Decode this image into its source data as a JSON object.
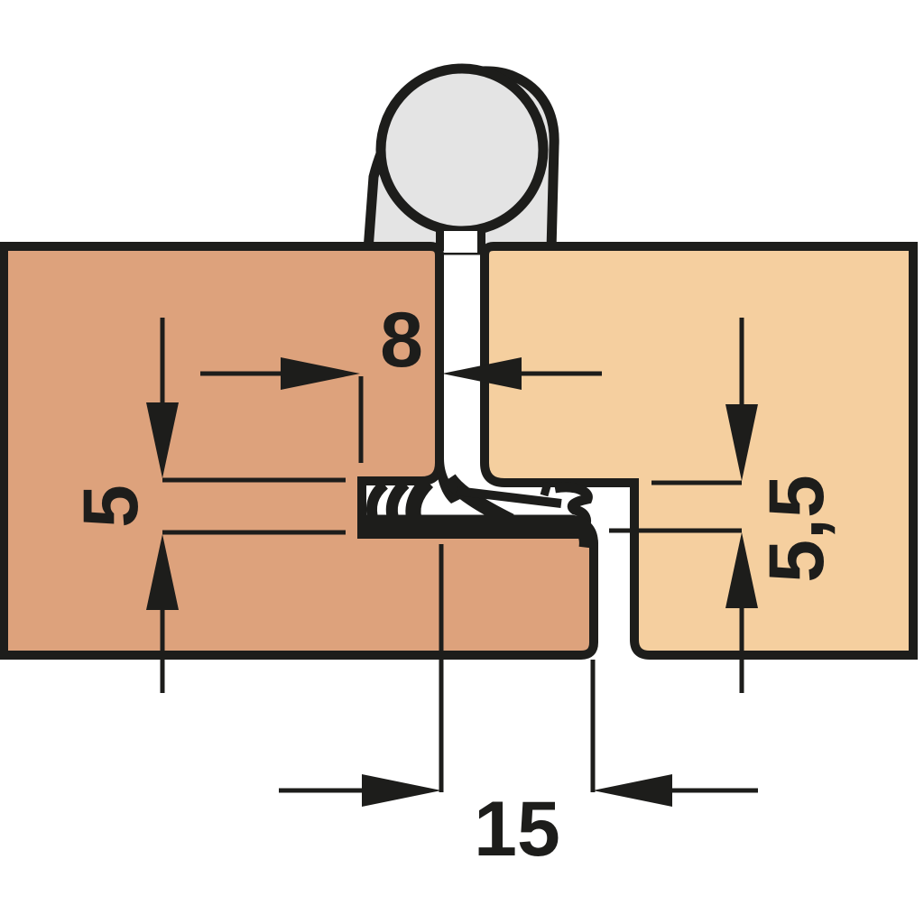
{
  "drawing": {
    "description": "Cross-section technical drawing of a panel connecting fitting between two boards",
    "dimensions": {
      "gap_width": {
        "value": "8"
      },
      "left_depth": {
        "value": "5"
      },
      "right_depth": {
        "value": "5,5"
      },
      "base_width": {
        "value": "15"
      }
    }
  },
  "colors": {
    "line": "#1d1d1b",
    "panel-left": "#dda27c",
    "panel-right": "#f5cf9f",
    "fitting-gray": "#e4e4e4",
    "background": "#ffffff"
  }
}
